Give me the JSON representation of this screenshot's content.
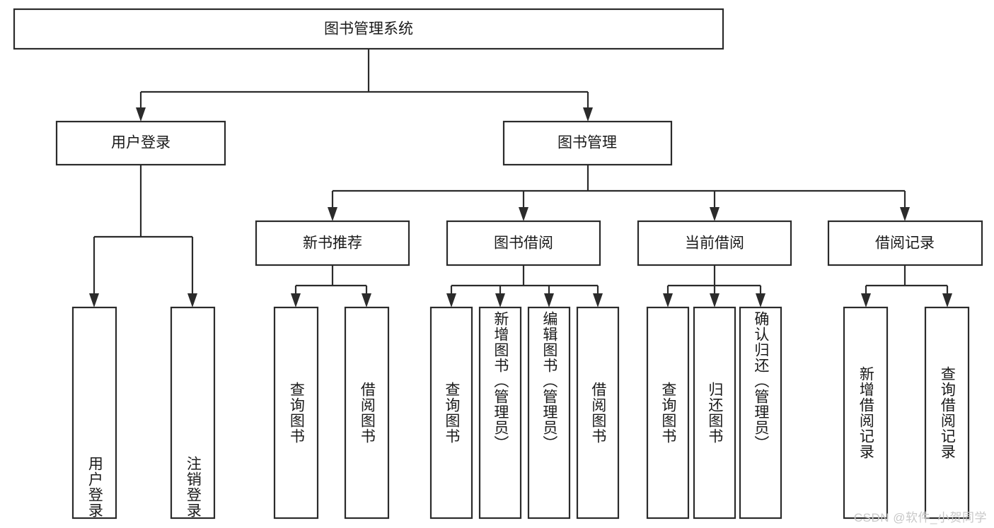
{
  "diagram": {
    "type": "hierarchy-tree",
    "title": "图书管理系统",
    "watermark": "CSDN @软件_小贺同学",
    "colors": {
      "box_stroke": "#2b2b2b",
      "box_fill": "#ffffff",
      "text": "#1a1a1a",
      "background": "#ffffff",
      "watermark": "#c8c8c8"
    },
    "root": {
      "label": "图书管理系统",
      "orientation": "horizontal"
    },
    "level2": [
      {
        "label": "用户登录",
        "orientation": "horizontal"
      },
      {
        "label": "图书管理",
        "orientation": "horizontal"
      }
    ],
    "level3": [
      {
        "label": "新书推荐",
        "orientation": "horizontal",
        "parent": "图书管理"
      },
      {
        "label": "图书借阅",
        "orientation": "horizontal",
        "parent": "图书管理"
      },
      {
        "label": "当前借阅",
        "orientation": "horizontal",
        "parent": "图书管理"
      },
      {
        "label": "借阅记录",
        "orientation": "horizontal",
        "parent": "图书管理"
      }
    ],
    "leaves": {
      "用户登录": [
        {
          "label": "用户登录",
          "orientation": "vertical",
          "align": "bottom"
        },
        {
          "label": "注销登录",
          "orientation": "vertical",
          "align": "bottom"
        }
      ],
      "新书推荐": [
        {
          "label": "查询图书",
          "orientation": "vertical",
          "align": "middle"
        },
        {
          "label": "借阅图书",
          "orientation": "vertical",
          "align": "middle"
        }
      ],
      "图书借阅": [
        {
          "label": "查询图书",
          "orientation": "vertical",
          "align": "middle"
        },
        {
          "label": "新增图书（管理员）",
          "orientation": "vertical",
          "align": "top"
        },
        {
          "label": "编辑图书（管理员）",
          "orientation": "vertical",
          "align": "top"
        },
        {
          "label": "借阅图书",
          "orientation": "vertical",
          "align": "middle"
        }
      ],
      "当前借阅": [
        {
          "label": "查询图书",
          "orientation": "vertical",
          "align": "middle"
        },
        {
          "label": "归还图书",
          "orientation": "vertical",
          "align": "middle"
        },
        {
          "label": "确认归还（管理员）",
          "orientation": "vertical",
          "align": "top"
        }
      ],
      "借阅记录": [
        {
          "label": "新增借阅记录",
          "orientation": "vertical",
          "align": "middle"
        },
        {
          "label": "查询借阅记录",
          "orientation": "vertical",
          "align": "middle"
        }
      ]
    }
  }
}
